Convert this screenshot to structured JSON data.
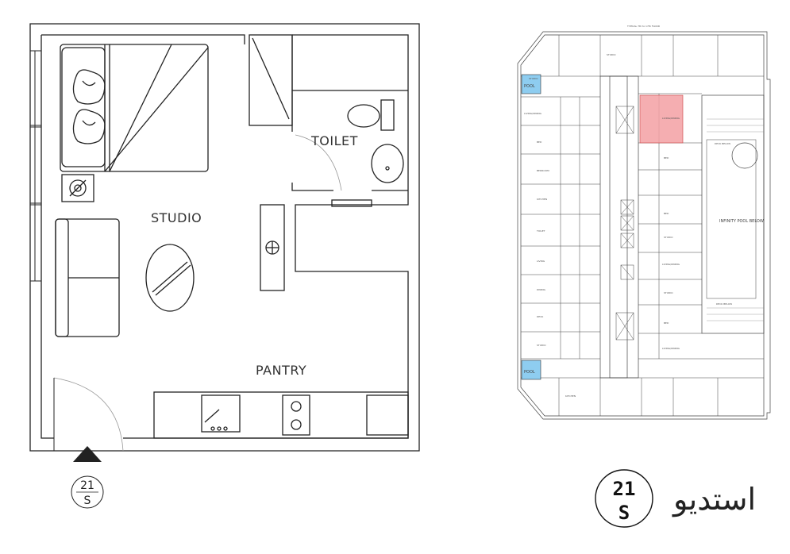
{
  "left_plan": {
    "rooms": {
      "studio": "STUDIO",
      "toilet": "TOILET",
      "pantry": "PANTRY"
    },
    "badge": {
      "top": "21",
      "bottom": "S"
    }
  },
  "right_plan": {
    "header": "TYPICAL 7th to 17th FLOOR",
    "pool": "INFINITY POOL BELOW",
    "deck": "DECK BELOW",
    "pool_small_top": "POOL",
    "pool_small_bottom": "POOL",
    "badge": {
      "top": "21",
      "bottom": "S"
    },
    "arabic_title": "استديو",
    "highlight_color": "#f3a0a3",
    "unit_labels": [
      "STUDIO",
      "LIVING/DINING",
      "BED",
      "BEDROOM",
      "KITCHEN",
      "TOILET",
      "LIVING",
      "DINING",
      "DECK",
      "STUDIO",
      "LIVING/DINING",
      "BED",
      "BED",
      "STUDIO",
      "LIVING/DINING",
      "STUDIO",
      "BED",
      "LIVING/DINING",
      "KITCHEN",
      "STUDIO"
    ]
  }
}
